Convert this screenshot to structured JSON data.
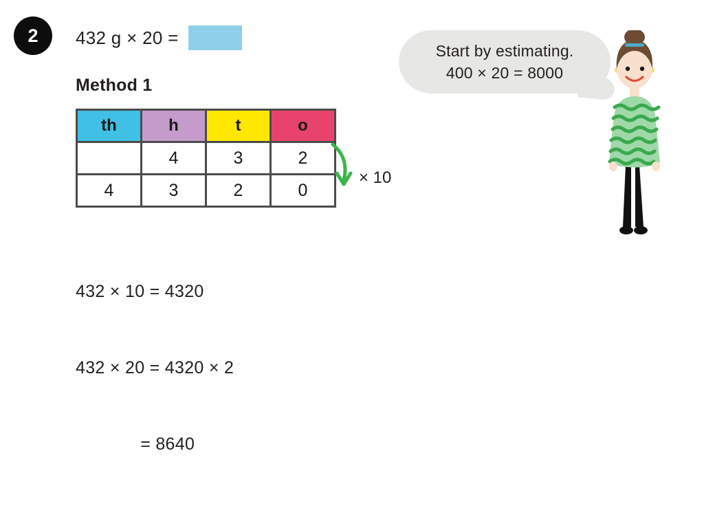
{
  "question": {
    "number": "2",
    "text": "432 g × 20 =",
    "answer_box_value": "",
    "answer_box_color": "#8ed0ea"
  },
  "method": {
    "heading": "Method 1"
  },
  "place_value_table": {
    "headers": [
      "th",
      "h",
      "t",
      "o"
    ],
    "header_colors": [
      "#3fc0e4",
      "#c49bcb",
      "#ffe800",
      "#e8436e"
    ],
    "rows": [
      [
        "",
        "4",
        "3",
        "2"
      ],
      [
        "4",
        "3",
        "2",
        "0"
      ]
    ],
    "annotation": {
      "label": "× 10",
      "arrow_color": "#3bb54a",
      "arrow_name": "curved-down-arrow"
    }
  },
  "working": {
    "lines": [
      "432 × 10 = 4320",
      "432 × 20 = 4320 × 2",
      "             = 8640"
    ]
  },
  "speech_bubble": {
    "line1": "Start by estimating.",
    "line2": "400 × 20 = 8000",
    "background": "#e7e7e5"
  },
  "character": {
    "name": "girl-character",
    "hair_color": "#6d4c33",
    "hair_tie_color": "#4fa8c8",
    "skin_color": "#f7e0cd",
    "dress_color": "#9fd9a8",
    "dress_stripe_color": "#3aa94e",
    "legs_color": "#111111",
    "mouth_color": "#e04b3a"
  }
}
